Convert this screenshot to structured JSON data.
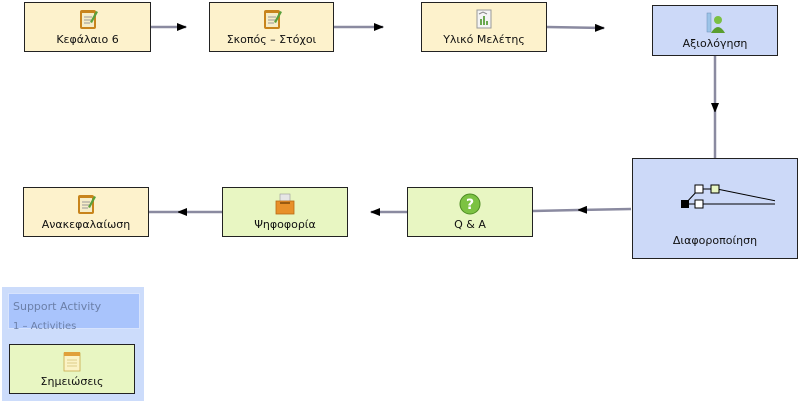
{
  "nodes": {
    "chapter": {
      "label": "Κεφάλαιο 6",
      "icon": "notepad-icon"
    },
    "goals": {
      "label": "Σκοπός – Στόχοι",
      "icon": "notepad-icon"
    },
    "material": {
      "label": "Υλικό Μελέτης",
      "icon": "document-chart-icon"
    },
    "assessment": {
      "label": "Αξιολόγηση",
      "icon": "user-assessment-icon"
    },
    "differentiation": {
      "label": "Διαφοροποίηση",
      "icon": "branching-icon"
    },
    "qa": {
      "label": "Q & A",
      "icon": "question-icon"
    },
    "voting": {
      "label": "Ψηφοφορία",
      "icon": "ballot-box-icon"
    },
    "summary": {
      "label": "Ανακεφαλαίωση",
      "icon": "notepad-icon"
    }
  },
  "support": {
    "title": "Support Activity",
    "subtitle": "1 – Activities",
    "notes": {
      "label": "Σημειώσεις",
      "icon": "notes-pad-icon"
    }
  },
  "colors": {
    "activity_yellow": "#fdf2cc",
    "activity_green": "#e8f6c2",
    "branching_blue": "#ccd9f8",
    "support_panel": "#ccdcfb",
    "edge_gray": "#8a8aa0"
  }
}
